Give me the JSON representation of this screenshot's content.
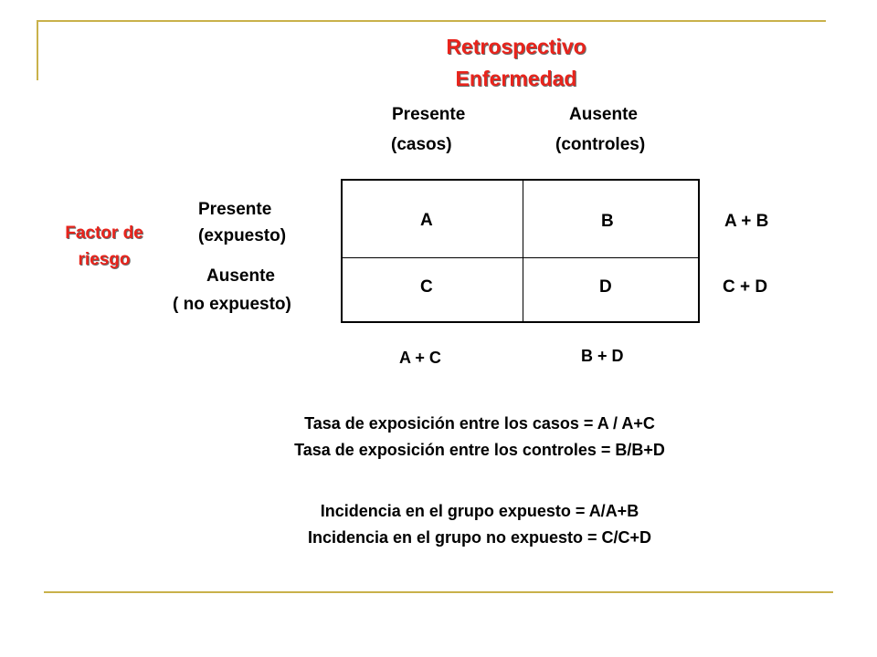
{
  "colors": {
    "accent": "#e8241c",
    "rule": "#c9b14a",
    "text": "#000000"
  },
  "title": {
    "line1": "Retrospectivo",
    "line2": "Enfermedad"
  },
  "columns": {
    "presente": {
      "label": "Presente",
      "sub": "(casos)"
    },
    "ausente": {
      "label": "Ausente",
      "sub": "(controles)"
    }
  },
  "factor": {
    "line1": "Factor de",
    "line2": "riesgo"
  },
  "rows": {
    "presente": {
      "label": "Presente",
      "sub": "(expuesto)"
    },
    "ausente": {
      "label": "Ausente",
      "sub": "( no expuesto)"
    }
  },
  "cells": {
    "a": "A",
    "b": "B",
    "c": "C",
    "d": "D"
  },
  "row_totals": {
    "r1": "A + B",
    "r2": "C + D"
  },
  "col_totals": {
    "c1": "A + C",
    "c2": "B + D"
  },
  "statements": [
    "Tasa de exposición entre los casos = A / A+C",
    "Tasa de exposición entre los controles = B/B+D",
    "Incidencia en el grupo expuesto = A/A+B",
    "Incidencia en el grupo no expuesto = C/C+D"
  ]
}
